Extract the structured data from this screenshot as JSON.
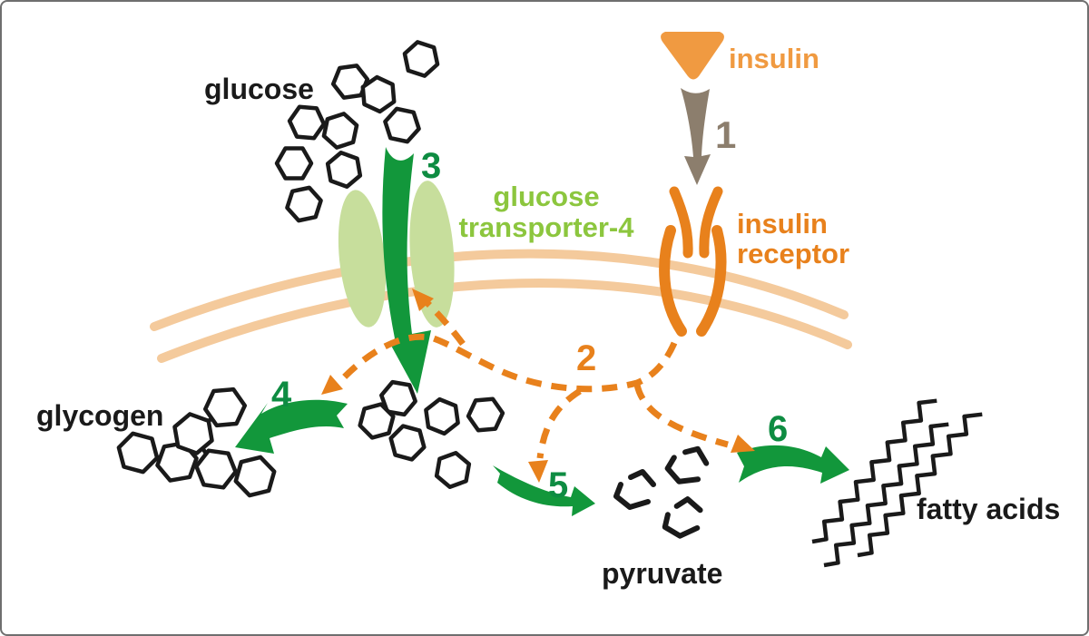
{
  "colors": {
    "orange": "#E8811C",
    "orange-light": "#F09A41",
    "tan-membrane": "#F4CA9C",
    "green-dark": "#12973B",
    "green-number": "#0E8C42",
    "green-light": "#C7DE9C",
    "green-glut4-text": "#8CC63E",
    "gray-arrow": "#8C7E6D",
    "molecule-black": "#1A1A1A",
    "border-gray": "#6F6F6F",
    "background": "#FFFFFF"
  },
  "labels": {
    "glucose": "glucose",
    "insulin": "insulin",
    "insulin_receptor_1": "insulin",
    "insulin_receptor_2": "receptor",
    "glut4_1": "glucose",
    "glut4_2": "transporter-4",
    "glycogen": "glycogen",
    "pyruvate": "pyruvate",
    "fatty_acids": "fatty acids"
  },
  "steps": {
    "s1": "1",
    "s2": "2",
    "s3": "3",
    "s4": "4",
    "s5": "5",
    "s6": "6"
  },
  "molecules": {
    "extracellular_glucose_count": 9,
    "intracellular_glucose_count": 6,
    "glycogen_units": 6,
    "pyruvate_count": 3,
    "fatty_acid_chains": 3
  }
}
